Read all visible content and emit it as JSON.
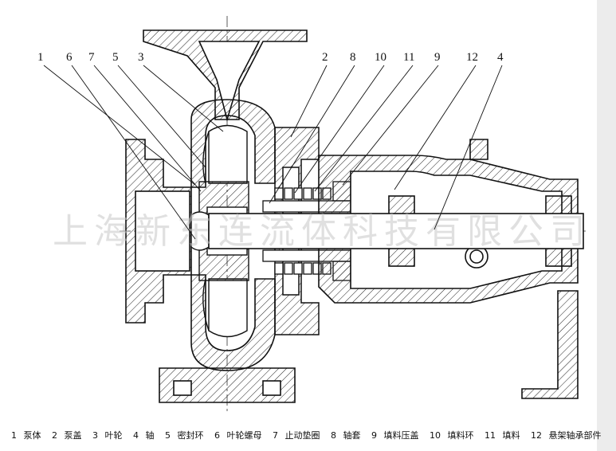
{
  "diagram": {
    "callouts": [
      "1",
      "6",
      "7",
      "5",
      "3",
      "2",
      "8",
      "10",
      "11",
      "9",
      "12",
      "4"
    ],
    "watermark": "上海新东连流体科技有限公司"
  },
  "legend": [
    {
      "num": "1",
      "name": "泵体"
    },
    {
      "num": "2",
      "name": "泵盖"
    },
    {
      "num": "3",
      "name": "叶轮"
    },
    {
      "num": "4",
      "name": "轴"
    },
    {
      "num": "5",
      "name": "密封环"
    },
    {
      "num": "6",
      "name": "叶轮螺母"
    },
    {
      "num": "7",
      "name": "止动垫圈"
    },
    {
      "num": "8",
      "name": "轴套"
    },
    {
      "num": "9",
      "name": "填料压盖"
    },
    {
      "num": "10",
      "name": "填料环"
    },
    {
      "num": "11",
      "name": "填料"
    },
    {
      "num": "12",
      "name": "悬架轴承部件"
    }
  ]
}
